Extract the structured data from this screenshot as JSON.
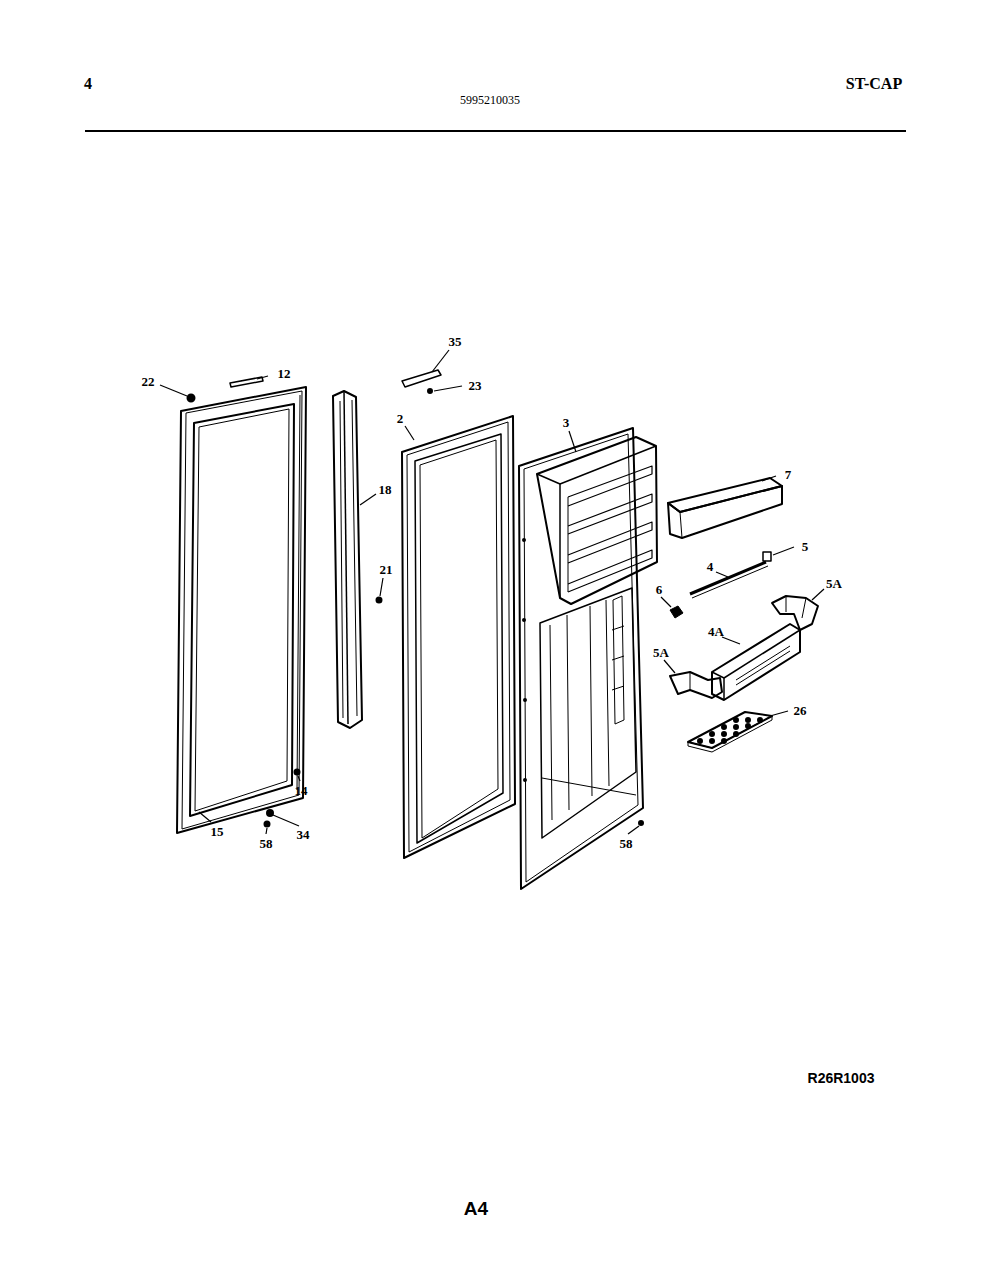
{
  "diagram": {
    "labels": [
      "4",
      "5995210035",
      "ST-CAP",
      "22",
      "12",
      "35",
      "23",
      "2",
      "3",
      "7",
      "18",
      "21",
      "5",
      "4",
      "6",
      "5A",
      "4A",
      "5A",
      "26",
      "14",
      "15",
      "58",
      "34",
      "58",
      "R26R1003",
      "A4"
    ]
  }
}
